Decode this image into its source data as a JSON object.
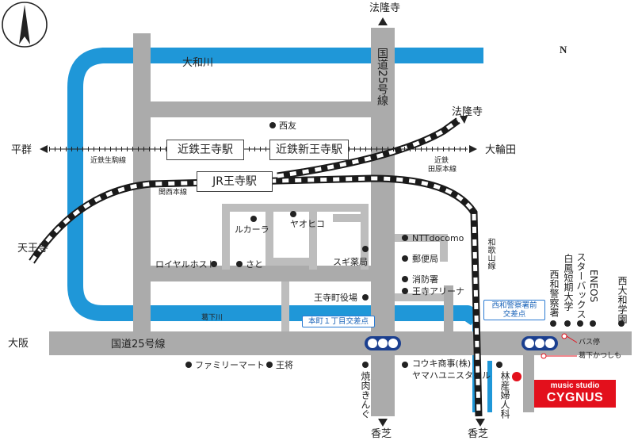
{
  "compass": {
    "north": "N"
  },
  "rivers": {
    "yamato": "大和川",
    "kuzushita": "葛下川"
  },
  "roads": {
    "route25_h": "国道25号線",
    "route25_v": "国道25号線",
    "top_dest": "法隆寺",
    "right_dest": "法隆寺",
    "bottom_dest_1": "香芝",
    "bottom_dest_2": "香芝",
    "left_dest": "大阪",
    "rail_right": "大輪田",
    "rail_left": "平群",
    "tennoji": "天王寺"
  },
  "stations": {
    "kintetsu_oji": "近鉄王寺駅",
    "kintetsu_shin_oji": "近鉄新王寺駅",
    "jr_oji": "JR王寺駅"
  },
  "lines": {
    "ikoma": "近鉄生駒線",
    "kansai": "関西本線",
    "tawaramoto_1": "近鉄",
    "tawaramoto_2": "田原本線",
    "wakayama": "和歌山線"
  },
  "landmarks": {
    "nishitomo": "西友",
    "yaohiko": "ヤオヒコ",
    "lucala": "ルカーラ",
    "royalhost": "ロイヤルホスト",
    "sato": "さと",
    "sugi": "スギ薬局",
    "ntt": "NTTdocomo",
    "post": "郵便局",
    "fire": "消防署",
    "arena": "王寺アリーナ",
    "townhall": "王寺町役場",
    "familymart": "ファミリーマート",
    "osho": "王将",
    "yakiniku": "焼肉きんぐ",
    "kouki_1": "コウキ商事(株)",
    "kouki_2": "ヤマハユニスタイル",
    "rinsan": "林産婦人科",
    "nishiwa_police": "西和警察署",
    "hakuho": "白鳳短期大学",
    "starbucks": "スターバックス",
    "eneos": "ENEOS",
    "nishiyamato": "西大和学園",
    "bus_1": "バス停",
    "bus_2": "葛下かつしも"
  },
  "callouts": {
    "honmachi": "本町１丁目交差点",
    "police_1": "西和警察署前",
    "police_2": "交差点"
  },
  "studio": {
    "line1": "music studio",
    "line2": "CYGNUS"
  },
  "colors": {
    "road": "#ababab",
    "river": "#1f97d8",
    "signal": "#1b3f8f",
    "studio": "#e3101c"
  }
}
